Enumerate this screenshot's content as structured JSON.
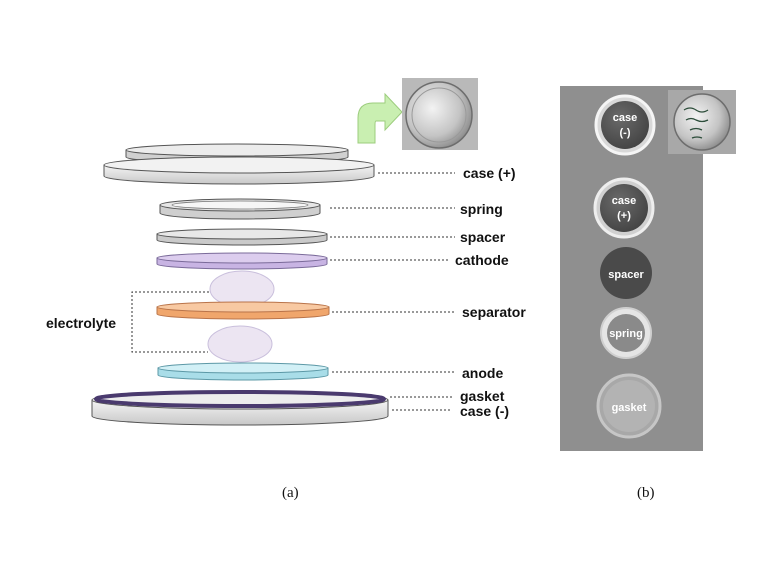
{
  "panel_a": {
    "labels": {
      "case_pos": "case (+)",
      "spring": "spring",
      "spacer": "spacer",
      "cathode": "cathode",
      "electrolyte": "electrolyte",
      "separator": "separator",
      "anode": "anode",
      "gasket": "gasket",
      "case_neg": "case (-)"
    },
    "caption": "(a)"
  },
  "panel_b": {
    "items": {
      "case_neg_1": "case",
      "case_neg_2": "(-)",
      "case_pos_1": "case",
      "case_pos_2": "(+)",
      "spacer": "spacer",
      "spring": "spring",
      "gasket": "gasket"
    },
    "caption": "(b)"
  },
  "colors": {
    "cathode": "#d9c9ee",
    "separator": "#f6c49a",
    "anode": "#cdeef4",
    "gasket": "#4a3a6e",
    "electrolyte": "#ece5f2",
    "arrow": "#c9efb1",
    "photo_bg": "#8f8f8f"
  }
}
